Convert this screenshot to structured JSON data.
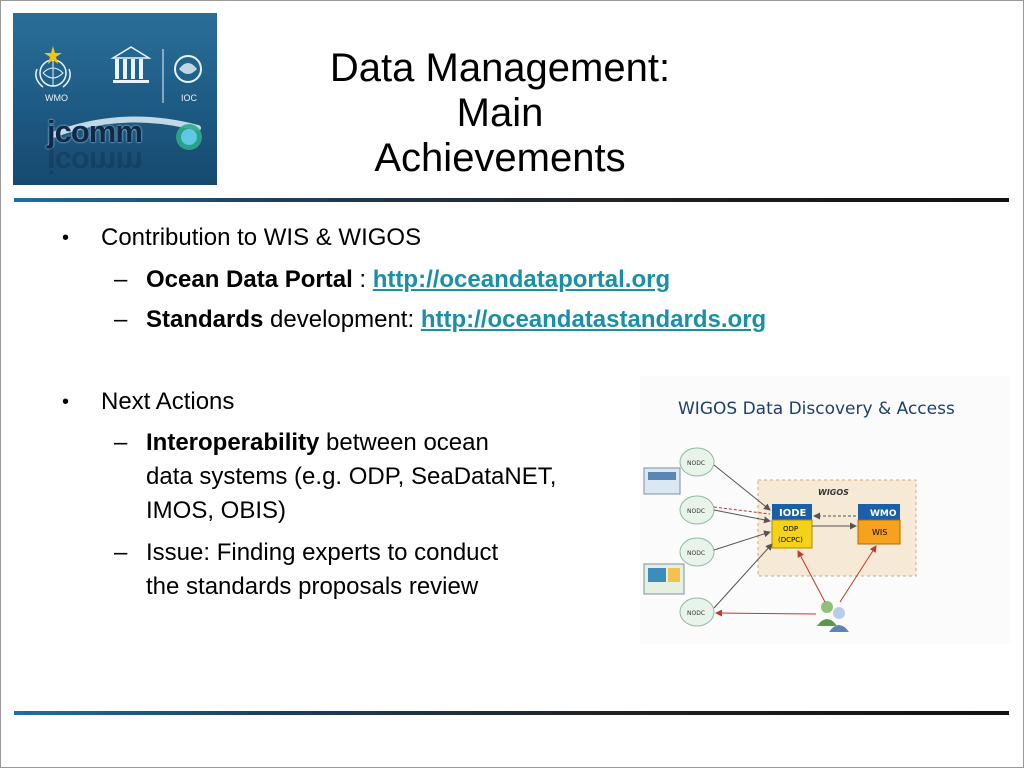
{
  "logo": {
    "wmo_label": "WMO",
    "ioc_label": "IOC",
    "jcomm": "jcomm"
  },
  "title": {
    "line1": "Data Management: Main",
    "line2": "Achievements"
  },
  "bullets": {
    "item1": "Contribution to WIS & WIGOS",
    "item1_sub1_bold": "Ocean Data Portal",
    "item1_sub1_sep": " : ",
    "item1_sub1_link": "http://oceandataportal.org",
    "item1_sub2_bold": "Standards",
    "item1_sub2_text": " development: ",
    "item1_sub2_link": "http://oceandatastandards.org",
    "item2": "Next Actions",
    "item2_sub1_bold": "Interoperability",
    "item2_sub1_text1": " between ocean",
    "item2_sub1_text2": "data systems (e.g. ODP, SeaDataNET,",
    "item2_sub1_text3": "IMOS, OBIS)",
    "item2_sub2_text1": "Issue: Finding experts to conduct",
    "item2_sub2_text2": "the standards proposals review"
  },
  "diagram": {
    "title": "WIGOS Data Discovery & Access",
    "group_label": "WIGOS",
    "nodc": "NODC",
    "iode": "IODE",
    "odp": "ODP",
    "dcpc": "(DCPC)",
    "wmo": "WMO",
    "wis": "WIS"
  },
  "colors": {
    "link": "#1a8fa6",
    "odp_box": "#f5d21a",
    "wis_box": "#f7a21c",
    "wigos_bg": "#f6e9d6"
  }
}
